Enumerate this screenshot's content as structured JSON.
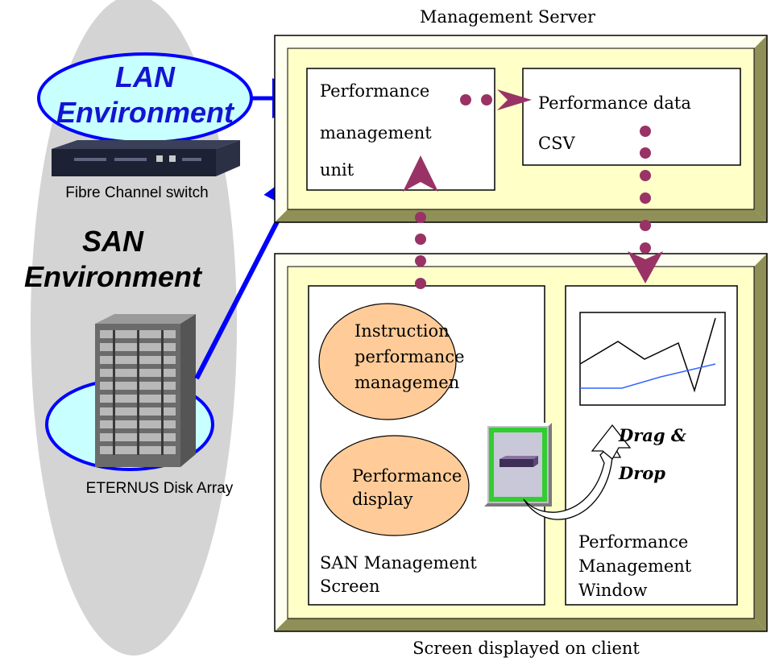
{
  "management_server": {
    "title": "Management Server",
    "perf_unit": [
      "Performance",
      "management",
      "unit"
    ],
    "perf_data": [
      "Performance data",
      "CSV"
    ]
  },
  "client": {
    "title": "Screen displayed on client",
    "instruction": [
      "Instruction",
      "performance",
      "managemen"
    ],
    "display": [
      "Performance",
      "display"
    ],
    "san_screen": [
      "SAN Management",
      "Screen"
    ],
    "perf_window": [
      "Performance",
      "Management",
      "Window"
    ],
    "drag_drop": [
      "Drag &",
      "Drop"
    ]
  },
  "environment": {
    "lan": [
      "LAN",
      "Environment"
    ],
    "san": [
      "SAN",
      "Environment"
    ],
    "switch_label": "Fibre Channel switch",
    "disk_label": "ETERNUS Disk Array"
  },
  "colors": {
    "frame_fill": "#ffffc8",
    "frame_dark": "#8f8f58",
    "frame_light": "#fffff0",
    "oval_fill": "#c8ffff",
    "oval_stroke": "#0000ff",
    "env_gray": "#d4d4d4",
    "lan_text": "#1414d2",
    "arrow_blue": "#0000ff",
    "dot_purple": "#993366",
    "bubble_fill": "#ffcc99",
    "graph_blue": "#3366ff"
  }
}
